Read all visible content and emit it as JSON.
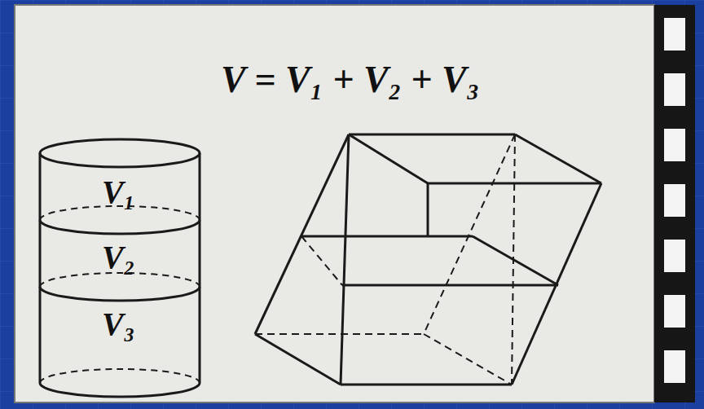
{
  "diagram": {
    "title": "V = V₁ + V₂ + V₃",
    "labels": [
      "V₁",
      "V₂",
      "V₃"
    ]
  }
}
